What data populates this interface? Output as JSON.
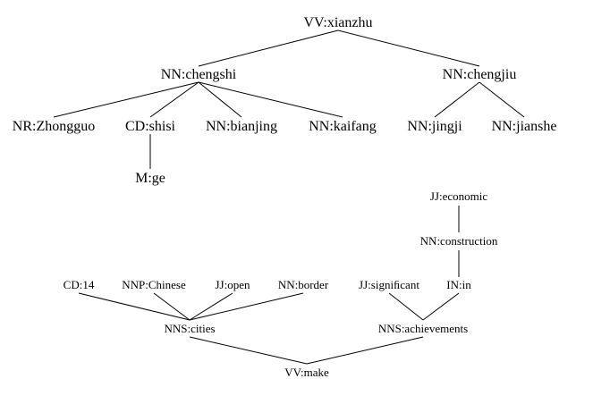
{
  "top_tree": {
    "root": "VV:xianzhu",
    "chengshi": "NN:chengshi",
    "chengjiu": "NN:chengjiu",
    "zhongguo": "NR:Zhongguo",
    "shisi": "CD:shisi",
    "bianjing": "NN:bianjing",
    "kaifang": "NN:kaifang",
    "ge": "M:ge",
    "jingji": "NN:jingji",
    "jianshe": "NN:jianshe"
  },
  "bottom_tree": {
    "root": "VV:make",
    "cities": "NNS:cities",
    "achievements": "NNS:achievements",
    "cd14": "CD:14",
    "chinese": "NNP:Chinese",
    "open": "JJ:open",
    "border": "NN:border",
    "significant": "JJ:signiﬁcant",
    "in": "IN:in",
    "construction": "NN:construction",
    "economic": "JJ:economic"
  }
}
